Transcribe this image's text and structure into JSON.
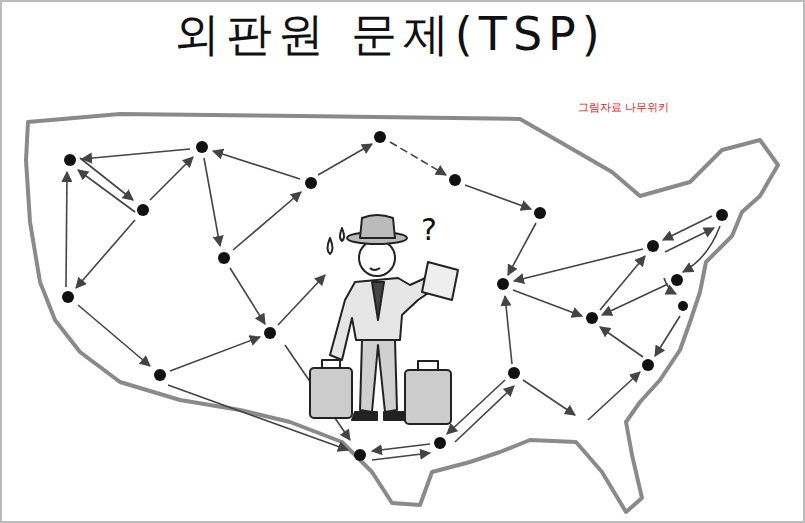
{
  "diagram": {
    "title": "외판원 문제(TSP)",
    "labels": [
      "그림자료 나무위키",
      "?"
    ]
  }
}
